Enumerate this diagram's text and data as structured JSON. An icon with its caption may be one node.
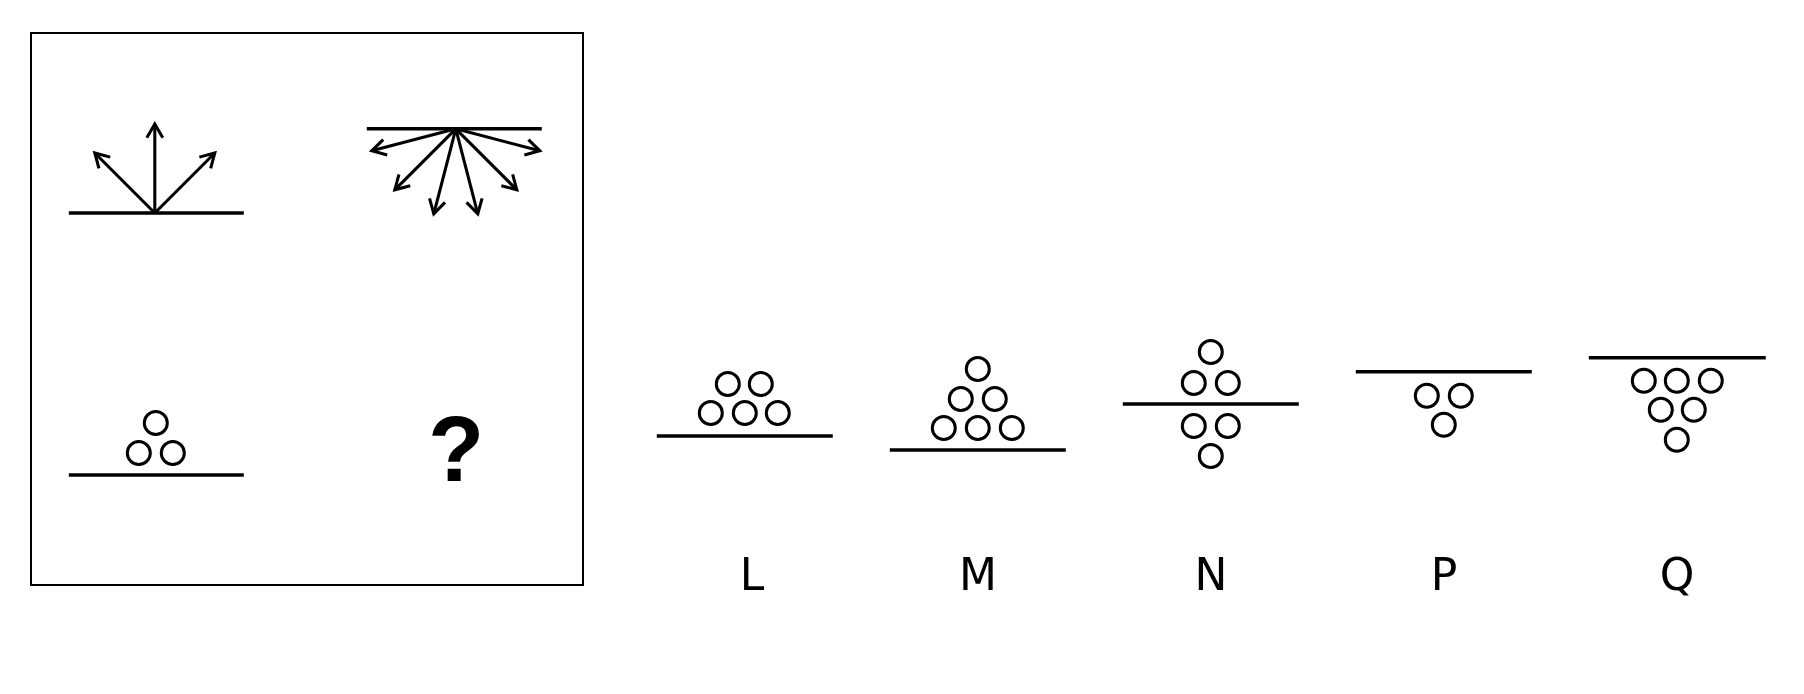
{
  "diagram": {
    "labels": [
      "?",
      "L",
      "M",
      "N",
      "P",
      "Q"
    ]
  }
}
